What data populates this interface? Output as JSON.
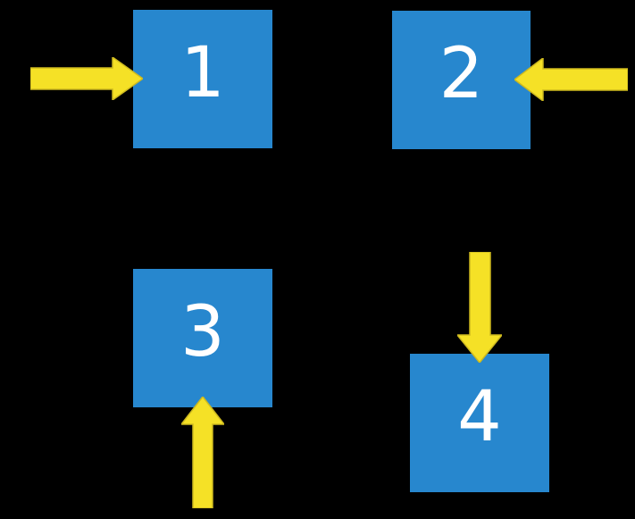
{
  "colors": {
    "background": "#000000",
    "box-fill": "#2787ce",
    "arrow-fill": "#f5e126",
    "arrow-stroke": "#cdb91f",
    "label-color": "#ffffff"
  },
  "diagram": {
    "boxes": [
      {
        "label": "1",
        "arrow_direction": "pointing-right-into-left-side"
      },
      {
        "label": "2",
        "arrow_direction": "pointing-left-into-right-side"
      },
      {
        "label": "3",
        "arrow_direction": "pointing-up-into-bottom-side"
      },
      {
        "label": "4",
        "arrow_direction": "pointing-down-into-top-side"
      }
    ]
  }
}
